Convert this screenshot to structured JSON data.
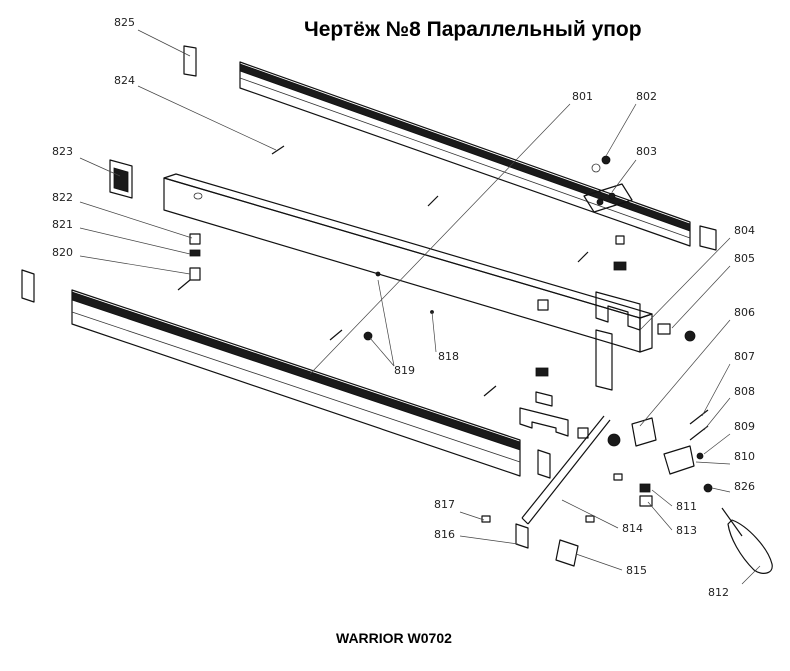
{
  "title": "Чертёж №8 Параллельный упор",
  "model": "WARRIOR W0702",
  "callouts": [
    "825",
    "824",
    "823",
    "822",
    "821",
    "820",
    "801",
    "802",
    "803",
    "804",
    "805",
    "806",
    "807",
    "808",
    "809",
    "810",
    "826",
    "811",
    "813",
    "814",
    "812",
    "817",
    "816",
    "815",
    "818",
    "819"
  ]
}
